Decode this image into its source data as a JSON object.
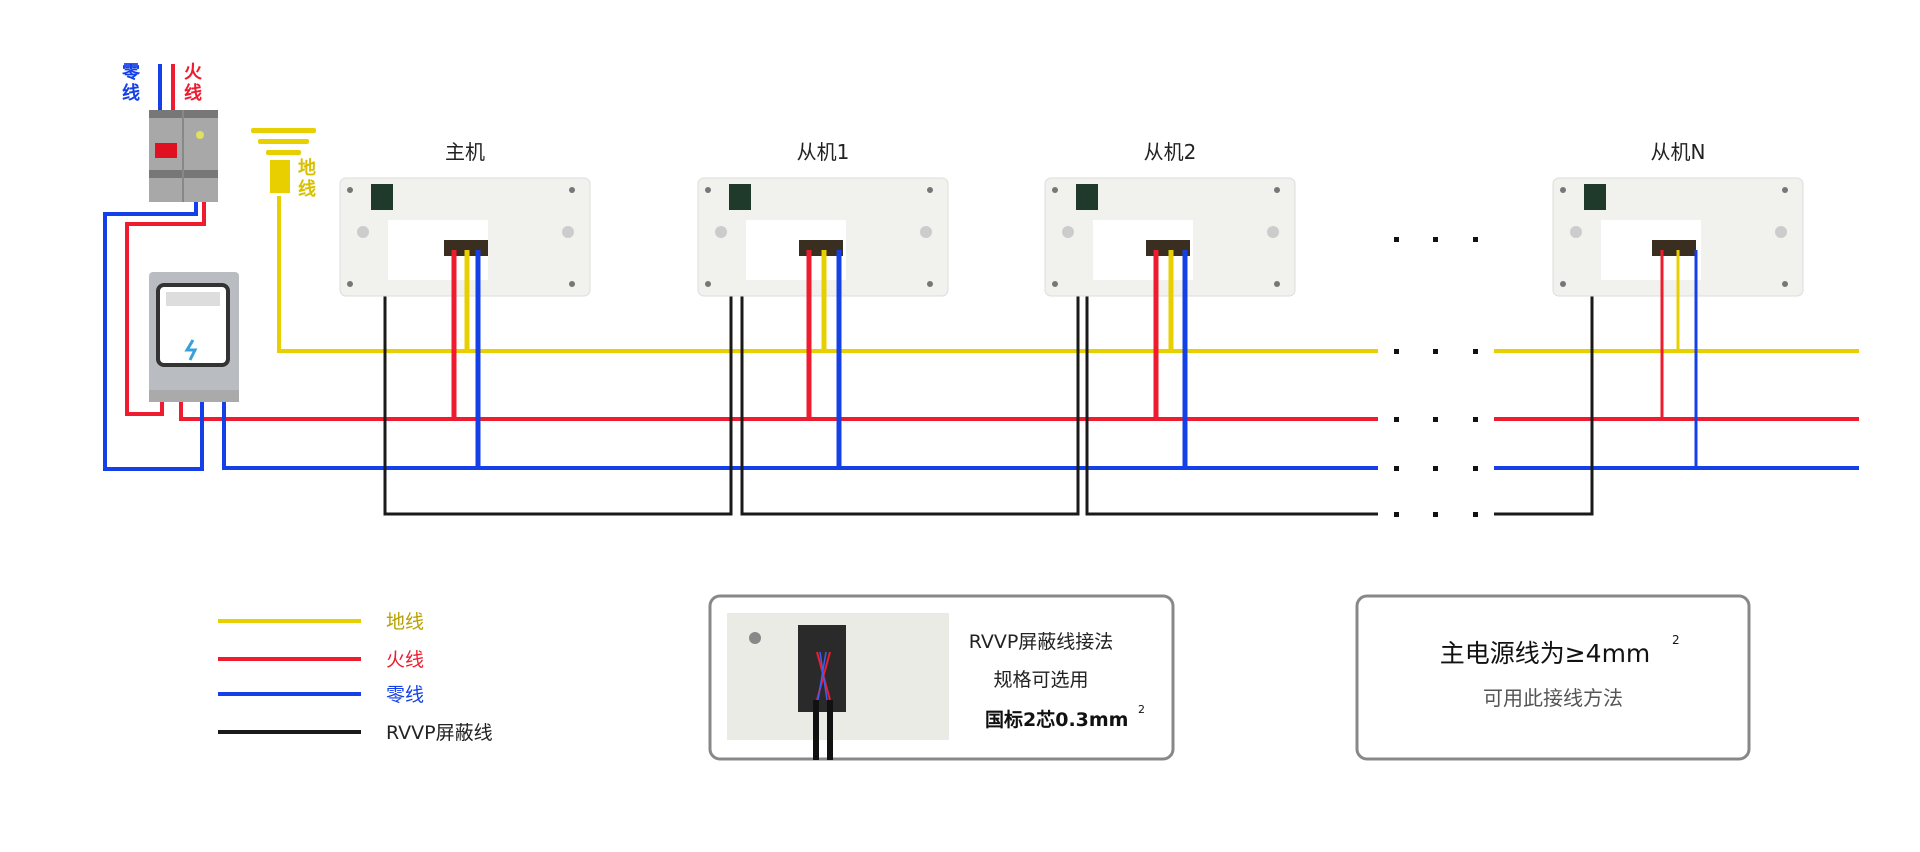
{
  "source": {
    "neutral_label_1": "零",
    "neutral_label_2": "线",
    "live_label_1": "火",
    "live_label_2": "线",
    "ground_label_1": "地",
    "ground_label_2": "线"
  },
  "units": [
    {
      "label": "主机"
    },
    {
      "label": "从机1"
    },
    {
      "label": "从机2"
    },
    {
      "label": "从机N"
    }
  ],
  "legend": [
    {
      "label": "地线",
      "color": "#e8d000",
      "text_color": "#b8a000"
    },
    {
      "label": "火线",
      "color": "#ee1c2e",
      "text_color": "#ee1c2e"
    },
    {
      "label": "零线",
      "color": "#1440e8",
      "text_color": "#1440e8"
    },
    {
      "label": "RVVP屏蔽线",
      "color": "#1a1a1a",
      "text_color": "#222222"
    }
  ],
  "note_rvvp": {
    "line1": "RVVP屏蔽线接法",
    "line2": "规格可选用",
    "line3": "国标2芯0.3mm",
    "sup": "2"
  },
  "note_power": {
    "line1": "主电源线为≥4mm",
    "sup": "2",
    "line2": "可用此接线方法"
  },
  "colors": {
    "ground": "#e8d000",
    "live": "#ee1c2e",
    "neutral": "#1440e8",
    "shield": "#1a1a1a"
  }
}
